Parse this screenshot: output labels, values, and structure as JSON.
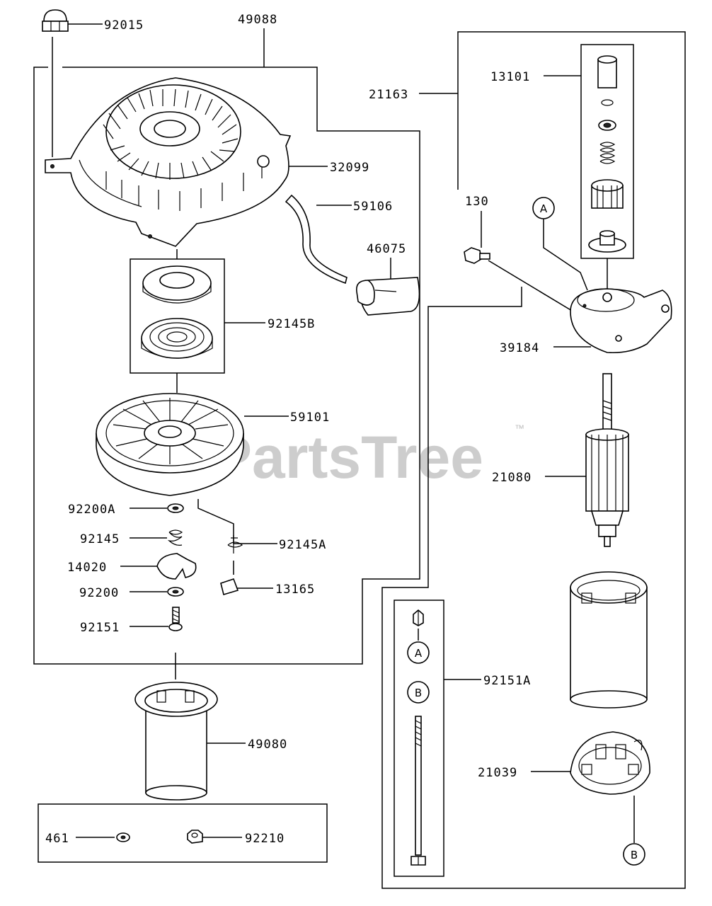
{
  "diagram": {
    "watermark": "PartsTree",
    "trademark": "™",
    "parts": {
      "p92015": "92015",
      "p49088": "49088",
      "p32099": "32099",
      "p59106": "59106",
      "p46075": "46075",
      "p92145B": "92145B",
      "p59101": "59101",
      "p92200A": "92200A",
      "p92145": "92145",
      "p92145A": "92145A",
      "p14020": "14020",
      "p13165": "13165",
      "p92200": "92200",
      "p92151": "92151",
      "p49080": "49080",
      "p461": "461",
      "p92210": "92210",
      "p21163": "21163",
      "p13101": "13101",
      "p130": "130",
      "p39184": "39184",
      "p21080": "21080",
      "p92151A": "92151A",
      "p21039": "21039"
    },
    "callouts": {
      "a_bracket": "A",
      "a_kit": "A",
      "b_kit": "B",
      "b_brush": "B"
    }
  }
}
